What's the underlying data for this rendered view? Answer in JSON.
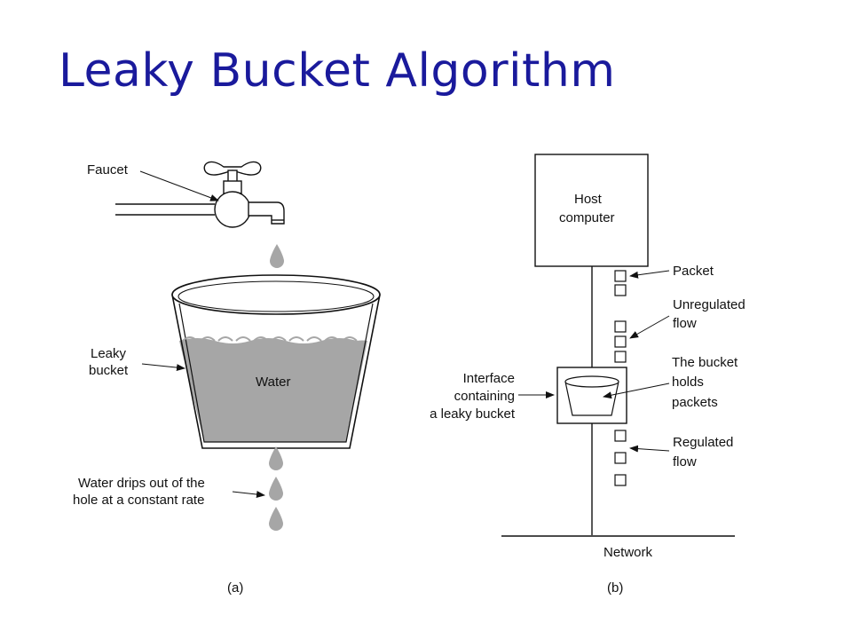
{
  "title": "Leaky Bucket Algorithm",
  "panel_a": {
    "faucet_label": "Faucet",
    "bucket_label_line1": "Leaky",
    "bucket_label_line2": "bucket",
    "water_label": "Water",
    "drips_label_line1": "Water drips out of the",
    "drips_label_line2": "hole at a constant rate",
    "caption": "(a)"
  },
  "panel_b": {
    "host_line1": "Host",
    "host_line2": "computer",
    "packet_label": "Packet",
    "unregulated_line1": "Unregulated",
    "unregulated_line2": "flow",
    "interface_line1": "Interface",
    "interface_line2": "containing",
    "interface_line3": "a leaky bucket",
    "bucket_holds_line1": "The bucket",
    "bucket_holds_line2": "holds",
    "bucket_holds_line3": "packets",
    "regulated_line1": "Regulated",
    "regulated_line2": "flow",
    "network_label": "Network",
    "caption": "(b)"
  },
  "colors": {
    "title": "#1a1a9c",
    "water": "#a6a6a6",
    "line": "#111111"
  }
}
